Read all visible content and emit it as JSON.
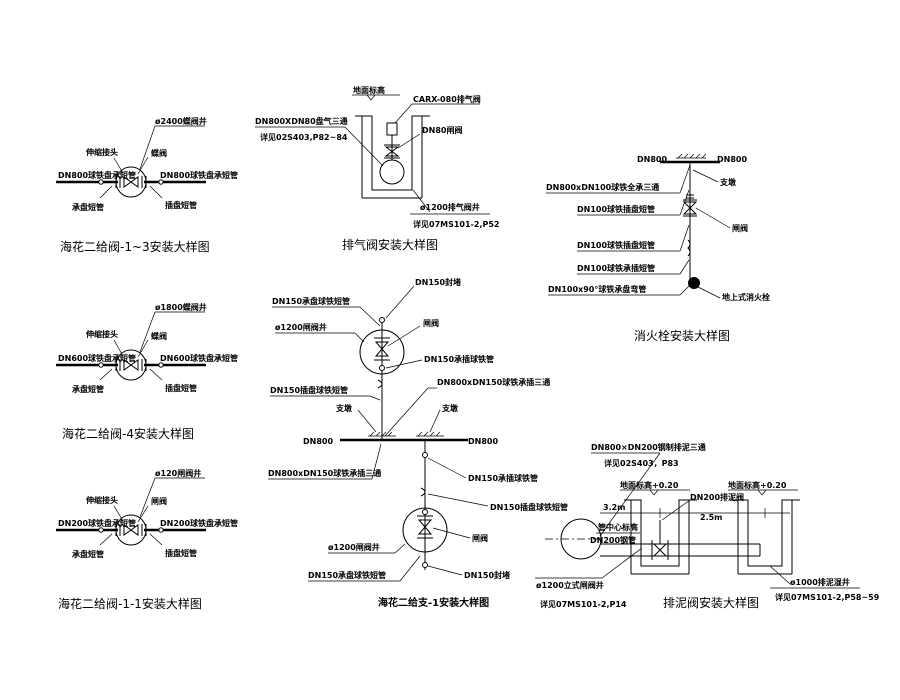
{
  "valve1": {
    "well": "ø2400蝶阀井",
    "joint": "伸缩接头",
    "valve": "蝶阀",
    "left_pipe": "DN800球铁盘承短管",
    "right_pipe": "DN800球铁盘承短管",
    "bottom_left": "承盘短管",
    "bottom_right": "插盘短管",
    "title": "海花二给阀-1~3安装大样图"
  },
  "valve2": {
    "well": "ø1800蝶阀井",
    "joint": "伸缩接头",
    "valve": "蝶阀",
    "left_pipe": "DN600球铁盘承短管",
    "right_pipe": "DN600球铁盘承短管",
    "bottom_left": "承盘短管",
    "bottom_right": "插盘短管",
    "title": "海花二给阀-4安装大样图"
  },
  "valve3": {
    "well": "ø120闸阀井",
    "joint": "伸缩接头",
    "valve": "闸阀",
    "left_pipe": "DN200球铁盘承短管",
    "right_pipe": "DN200球铁盘承短管",
    "bottom_left": "承盘短管",
    "bottom_right": "插盘短管",
    "title": "海花二给阀-1-1安装大样图"
  },
  "air": {
    "ground": "地面标高",
    "valve_model": "CARX-080排气阀",
    "tee": "DN800XDN80盘气三通",
    "tee_ref": "详见02S403,P82~84",
    "gate": "DN80闸阀",
    "well": "ø1200排气阀井",
    "well_ref": "详见07MS101-2,P52",
    "title": "排气阀安装大样图"
  },
  "hydrant": {
    "dn_left": "DN800",
    "dn_right": "DN800",
    "tee": "DN800xDN100球铁全承三通",
    "support": "支墩",
    "flange_pipe": "DN100球铁插盘短管",
    "gate": "闸阀",
    "flange_pipe2": "DN100球铁插盘短管",
    "socket_pipe": "DN100球铁承插短管",
    "bend": "DN100x90°球铁承盘弯管",
    "hydrant": "地上式消火栓",
    "title": "消火栓安装大样图"
  },
  "branch": {
    "seal_top": "DN150封堵",
    "socket_flange_top": "DN150承盘球铁短管",
    "well_top": "ø1200闸阀井",
    "gate_top": "闸阀",
    "spigot_top": "DN150承插球铁管",
    "flange_pipe_top": "DN150插盘球铁短管",
    "tee_right": "DN800xDN150球铁承插三通",
    "support_left": "支墩",
    "support_right": "支墩",
    "dn_left": "DN800",
    "dn_right": "DN800",
    "tee_left": "DN800xDN150球铁承插三通",
    "spigot_bottom": "DN150承插球铁管",
    "flange_pipe_bottom": "DN150插盘球铁短管",
    "gate_bottom": "闸阀",
    "well_bottom": "ø1200闸阀井",
    "socket_flange_bottom": "DN150承盘球铁短管",
    "seal_bottom": "DN150封堵",
    "title": "海花二给支-1安装大样图"
  },
  "drain": {
    "tee": "DN800×DN200钢制排泥三通",
    "tee_ref": "详见02S403，P83",
    "ground_left": "地面标高+0.20",
    "ground_right": "地面标高+0.20",
    "drain_valve": "DN200排泥阀",
    "dim_left": "3.2m",
    "dim_right": "2.5m",
    "center_elev": "管中心标高",
    "steel_pipe": "DN200钢管",
    "left_well": "ø1200立式闸阀井",
    "left_ref": "详见07MS101-2,P14",
    "title": "排泥阀安装大样图",
    "right_well": "ø1000排泥湿井",
    "right_ref": "详见07MS101-2,P58~59"
  }
}
